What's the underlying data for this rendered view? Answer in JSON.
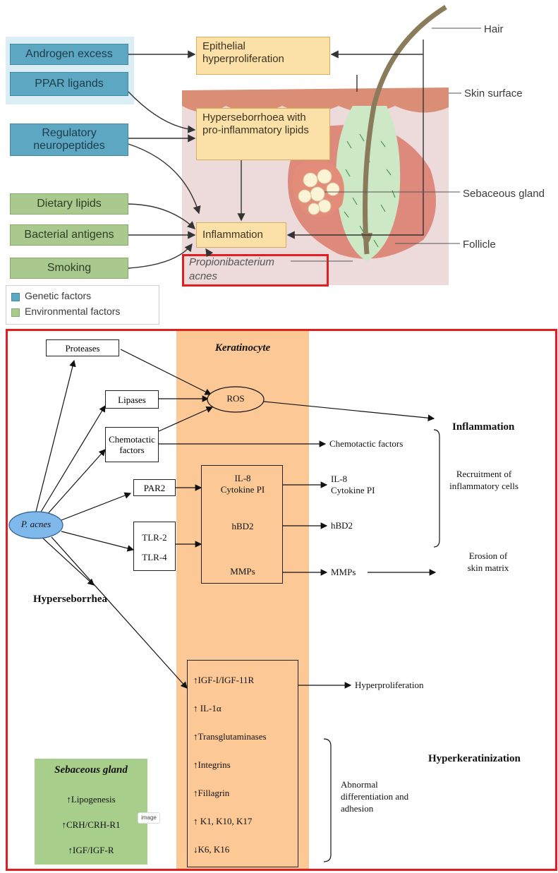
{
  "top": {
    "genetic": [
      "Androgen excess",
      "PPAR ligands",
      "Regulatory neuropeptides"
    ],
    "environmental": [
      "Dietary lipids",
      "Bacterial antigens",
      "Smoking"
    ],
    "processes": {
      "epithelial": "Epithelial hyperproliferation",
      "hyperseborrhoea": "Hyperseborrhoea with pro-inflammatory lipids",
      "inflammation": "Inflammation"
    },
    "pacnes": "Propionibacterium acnes",
    "labels": {
      "hair": "Hair",
      "skin": "Skin surface",
      "gland": "Sebaceous gland",
      "follicle": "Follicle"
    },
    "legend": {
      "genetic": "Genetic factors",
      "environmental": "Environmental factors"
    },
    "colors": {
      "genetic": "#5da7c2",
      "environmental": "#aac98f",
      "process": "#fbe0a8",
      "highlight": "#e02020"
    }
  },
  "bottom": {
    "keratinocyte": "Keratinocyte",
    "pacnes": "P. acnes",
    "proteases": "Proteases",
    "lipases": "Lipases",
    "chemotactic": "Chemotactic factors",
    "ros": "ROS",
    "par2": "PAR2",
    "tlr2": "TLR-2",
    "tlr4": "TLR-4",
    "kbox": {
      "il8": "IL-8",
      "cytokine": "Cytokine PI",
      "hbd2": "hBD2",
      "mmps": "MMPs"
    },
    "out": {
      "chemotactic": "Chemotactic factors",
      "il8": "IL-8",
      "cytokine": "Cytokine PI",
      "hbd2": "hBD2",
      "mmps": "MMPs",
      "hyperprolif": "Hyperproliferation",
      "abnormal": "Abnormal differentiation and adhesion"
    },
    "inflammation": "Inflammation",
    "recruitment": "Recruitment of inflammatory cells",
    "erosion": "Erosion of skin matrix",
    "hyperseborrhea": "Hyperseborrhea",
    "hyperkeratinization": "Hyperkeratinization",
    "gland": {
      "title": "Sebaceous gland",
      "items": [
        "↑Lipogenesis",
        "↑CRH/CRH-R1",
        "↑IGF/IGF-R"
      ],
      "badge": "image"
    },
    "klist": [
      "↑IGF-I/IGF-11R",
      "↑ IL-1α",
      "↑Transglutaminases",
      "↑Integrins",
      "↑Fillagrin",
      "↑ K1, K10, K17",
      "↓K6, K16"
    ]
  }
}
